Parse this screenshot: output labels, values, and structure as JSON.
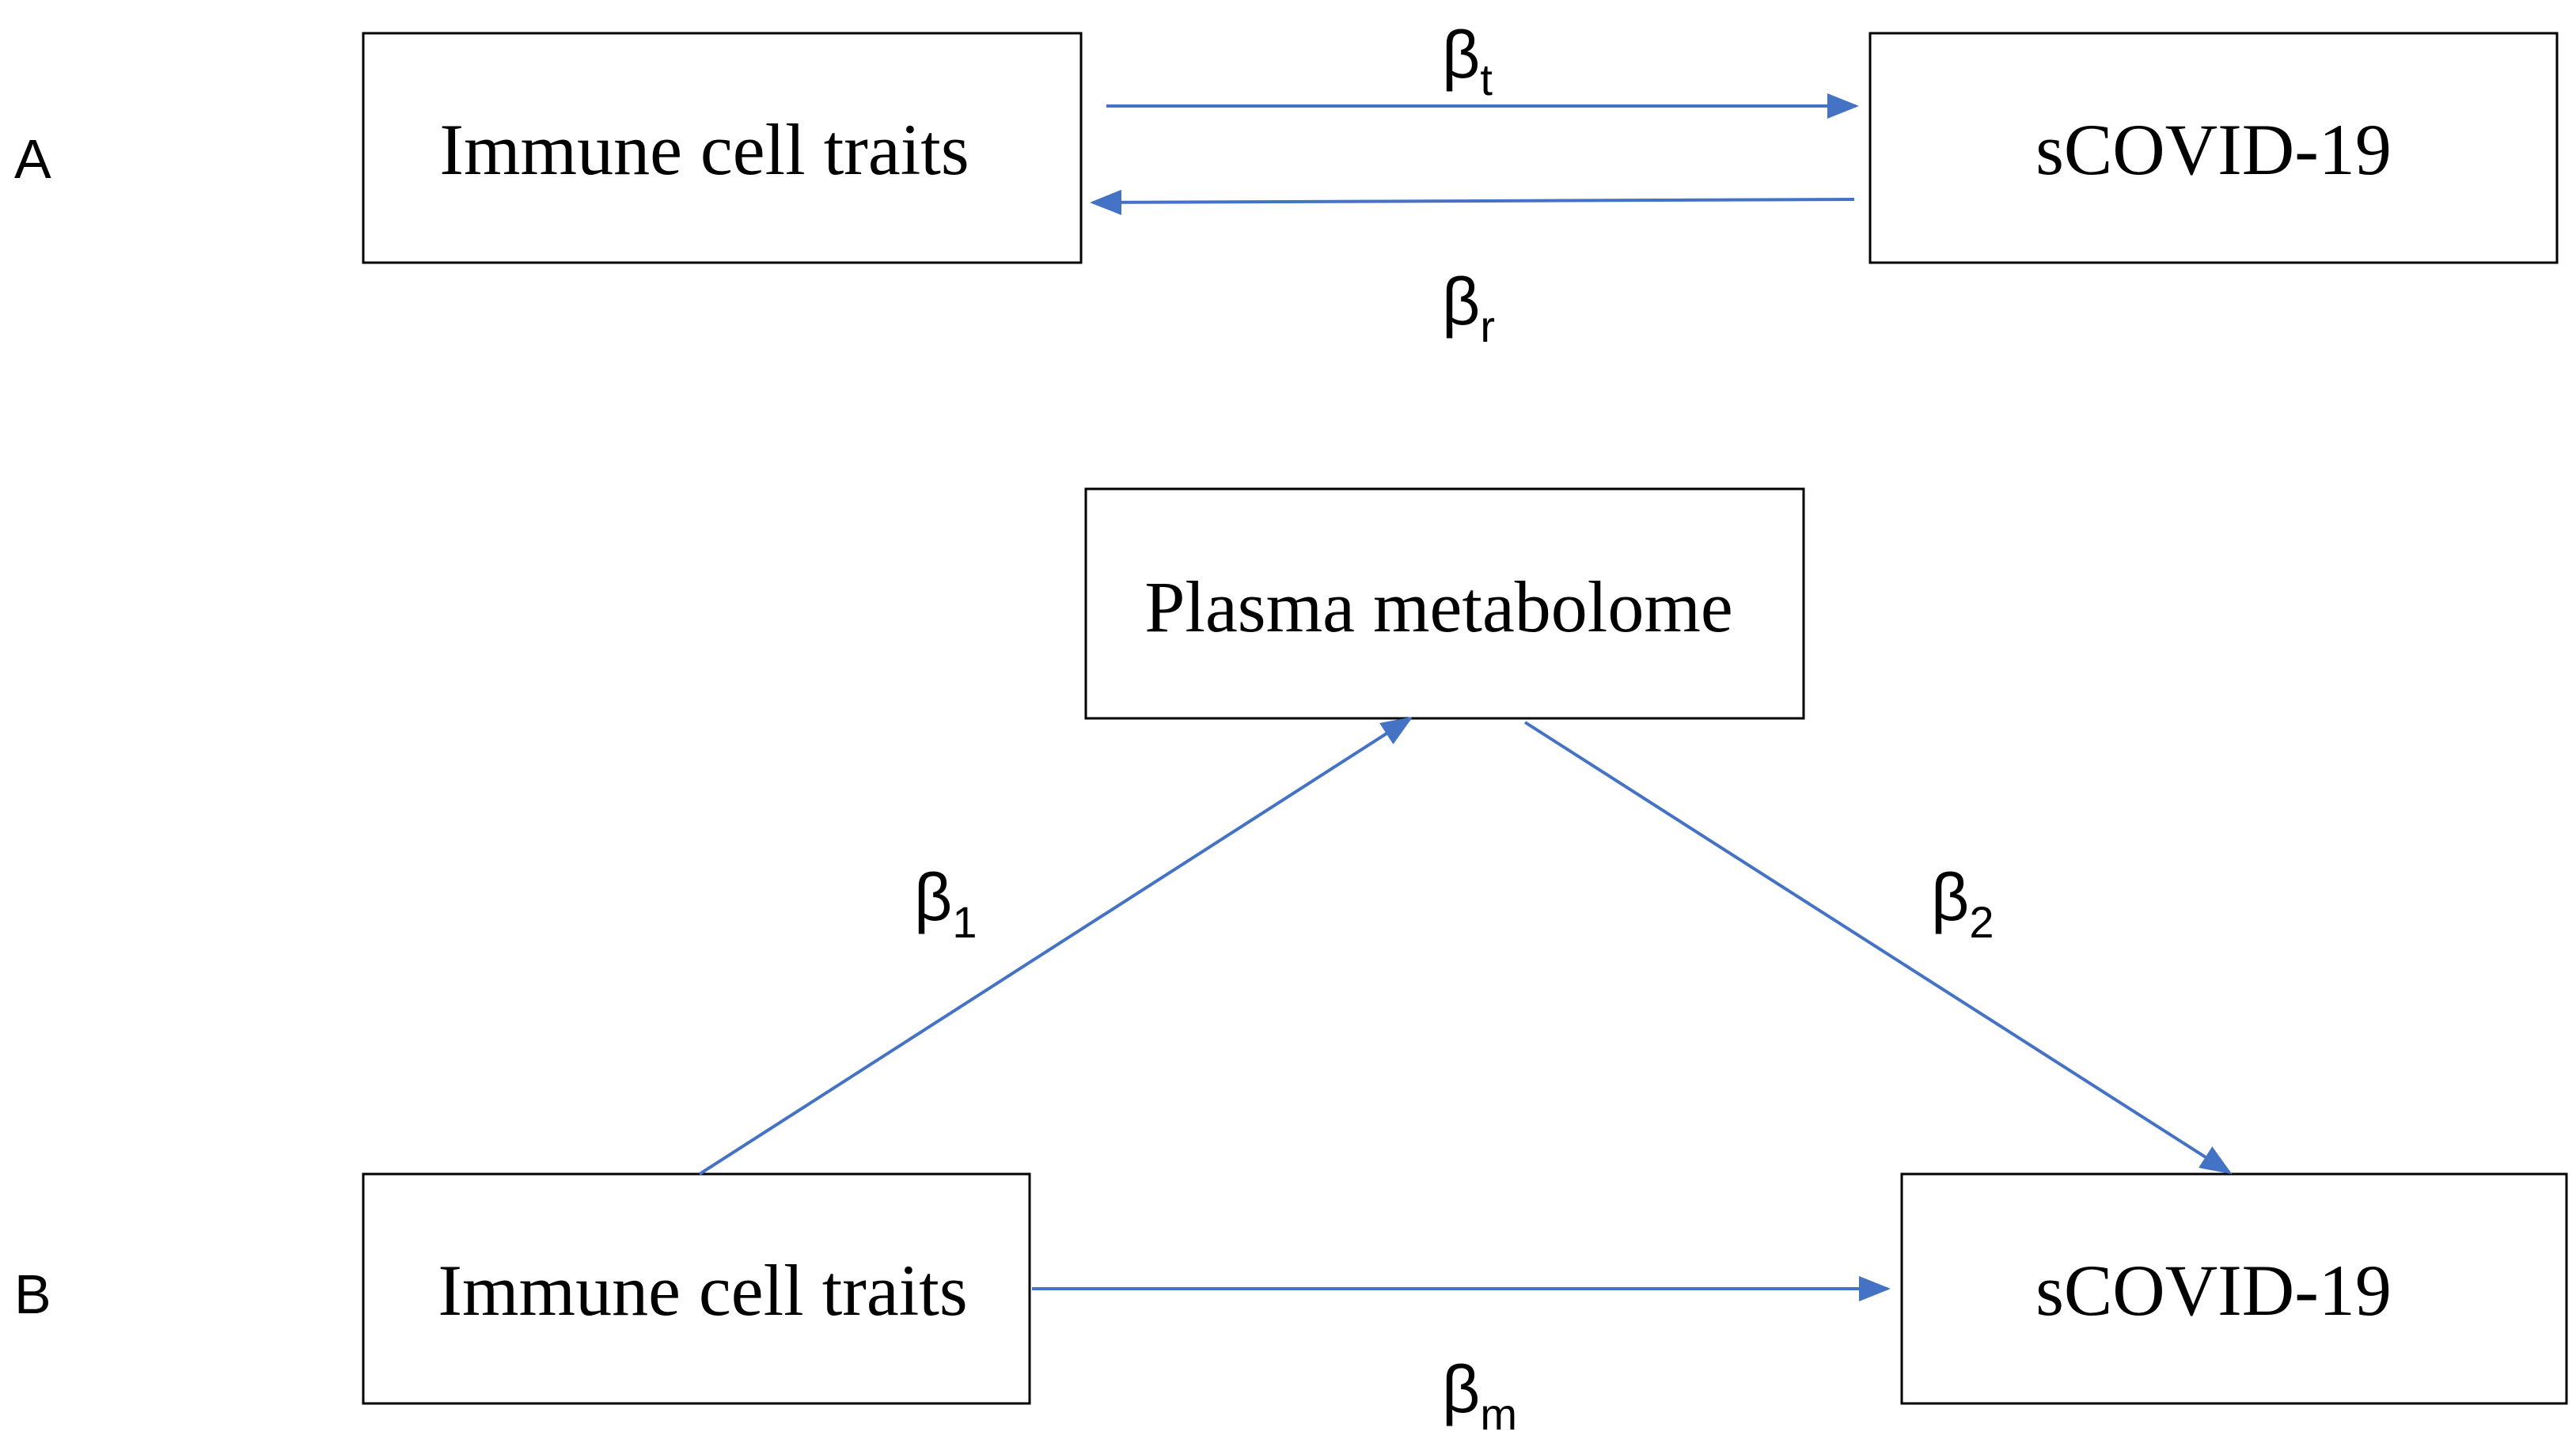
{
  "panels": {
    "a": "A",
    "b": "B"
  },
  "nodes": {
    "a_immune": "Immune cell traits",
    "a_covid": "sCOVID-19",
    "b_plasma": "Plasma metabolome",
    "b_immune": "Immune cell traits",
    "b_covid": "sCOVID-19"
  },
  "edges": {
    "beta_t": {
      "symbol": "β",
      "sub": "t"
    },
    "beta_r": {
      "symbol": "β",
      "sub": "r"
    },
    "beta_1": {
      "symbol": "β",
      "sub": "1"
    },
    "beta_2": {
      "symbol": "β",
      "sub": "2"
    },
    "beta_m": {
      "symbol": "β",
      "sub": "m"
    }
  },
  "colors": {
    "arrow": "#4472C4",
    "box_stroke": "#000000"
  }
}
